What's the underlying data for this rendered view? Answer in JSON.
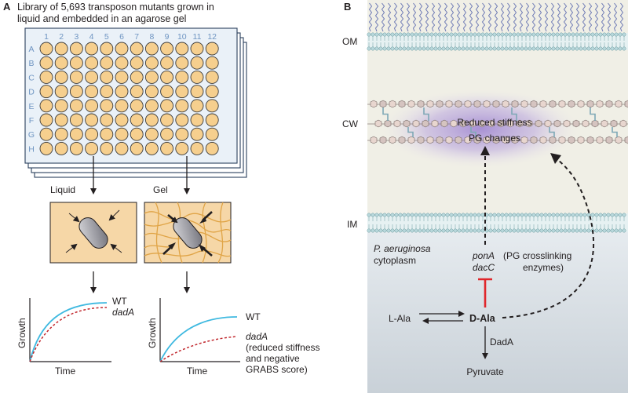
{
  "panel_a": {
    "label": "A",
    "caption_line1": "Library of 5,693 transposon mutants grown in",
    "caption_line2": "liquid and embedded in an agarose gel",
    "plate_columns": [
      "1",
      "2",
      "3",
      "4",
      "5",
      "6",
      "7",
      "8",
      "9",
      "10",
      "11",
      "12"
    ],
    "plate_rows": [
      "A",
      "B",
      "C",
      "D",
      "E",
      "F",
      "G",
      "H"
    ],
    "liquid_label": "Liquid",
    "gel_label": "Gel",
    "left_plot": {
      "ylabel": "Growth",
      "xlabel": "Time",
      "wt_label": "WT",
      "mutant_label": "dadA"
    },
    "right_plot": {
      "ylabel": "Growth",
      "xlabel": "Time",
      "wt_label": "WT",
      "mutant_label": "dadA",
      "note_line1": "(reduced stiffness",
      "note_line2": "and negative",
      "note_line3": "GRABS score)"
    }
  },
  "panel_b": {
    "label": "B",
    "om_label": "OM",
    "cw_label": "CW",
    "im_label": "IM",
    "cytoplasm_line1": "P. aeruginosa",
    "cytoplasm_line2": "cytoplasm",
    "effect_line1": "Reduced stiffness",
    "effect_line2": "PG changes",
    "gene1": "ponA",
    "gene2": "dacC",
    "enzymes_line1": "(PG crosslinking",
    "enzymes_line2": "enzymes)",
    "l_ala": "L-Ala",
    "d_ala": "D-Ala",
    "enzyme": "DadA",
    "product": "Pyruvate"
  },
  "colors": {
    "wt_curve": "#3fb9e0",
    "mutant_curve": "#c1272d",
    "well_fill": "#f6cf8e",
    "plate_label": "#6f95c2",
    "inhibition": "#e0262b",
    "cell_wall_glow": "#9a7fd0"
  }
}
